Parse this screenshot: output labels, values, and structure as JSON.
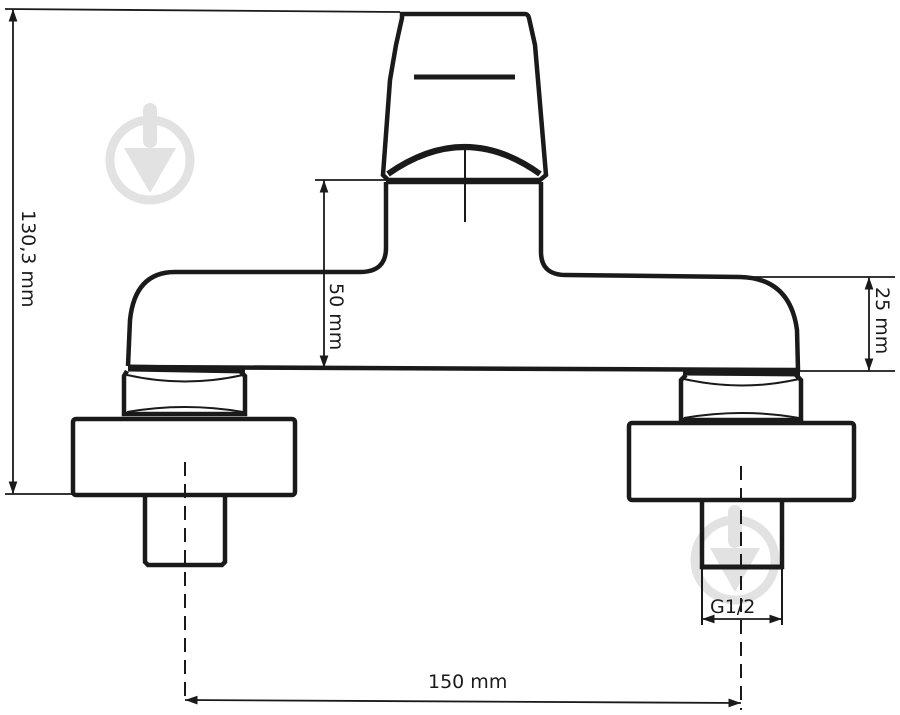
{
  "drawing": {
    "subject": "Two-hole wall-mounted faucet technical drawing",
    "line_color": "#1a1a1a",
    "watermark_color": "#e2e2e2"
  },
  "dimensions": {
    "total_height": "130,3 mm",
    "body_height": "50 mm",
    "spout_height": "25 mm",
    "thread_size": "G1/2",
    "center_distance": "150 mm"
  },
  "watermarks": [
    {
      "icon": "trowel-logo-icon",
      "position": "upper-left"
    },
    {
      "icon": "trowel-logo-icon",
      "position": "lower-right"
    }
  ]
}
